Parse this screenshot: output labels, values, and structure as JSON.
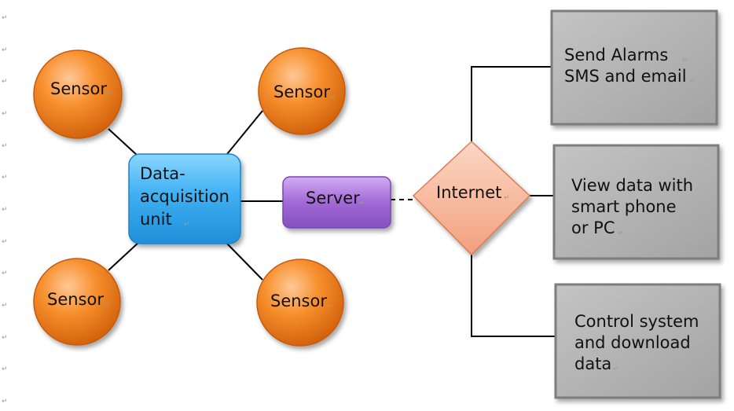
{
  "diagram": {
    "nodes": {
      "sensor_top_left": "Sensor",
      "sensor_top_right": "Sensor",
      "sensor_bottom_left": "Sensor",
      "sensor_bottom_right": "Sensor",
      "dau_line1": "Data-",
      "dau_line2": "acquisition",
      "dau_line3": "unit",
      "server": "Server",
      "internet": "Internet",
      "alarms_line1": "Send Alarms",
      "alarms_line2": "SMS and email",
      "view_line1": "View data with",
      "view_line2": "smart phone",
      "view_line3": "or PC",
      "control_line1": "Control system",
      "control_line2": "and download",
      "control_line3": "data"
    },
    "colors": {
      "sensor": "#f07c1e",
      "dau": "#3fb0f2",
      "server": "#a268d6",
      "internet": "#f7b79a",
      "action_box": "#b3b3b3",
      "connector": "#000000"
    }
  }
}
